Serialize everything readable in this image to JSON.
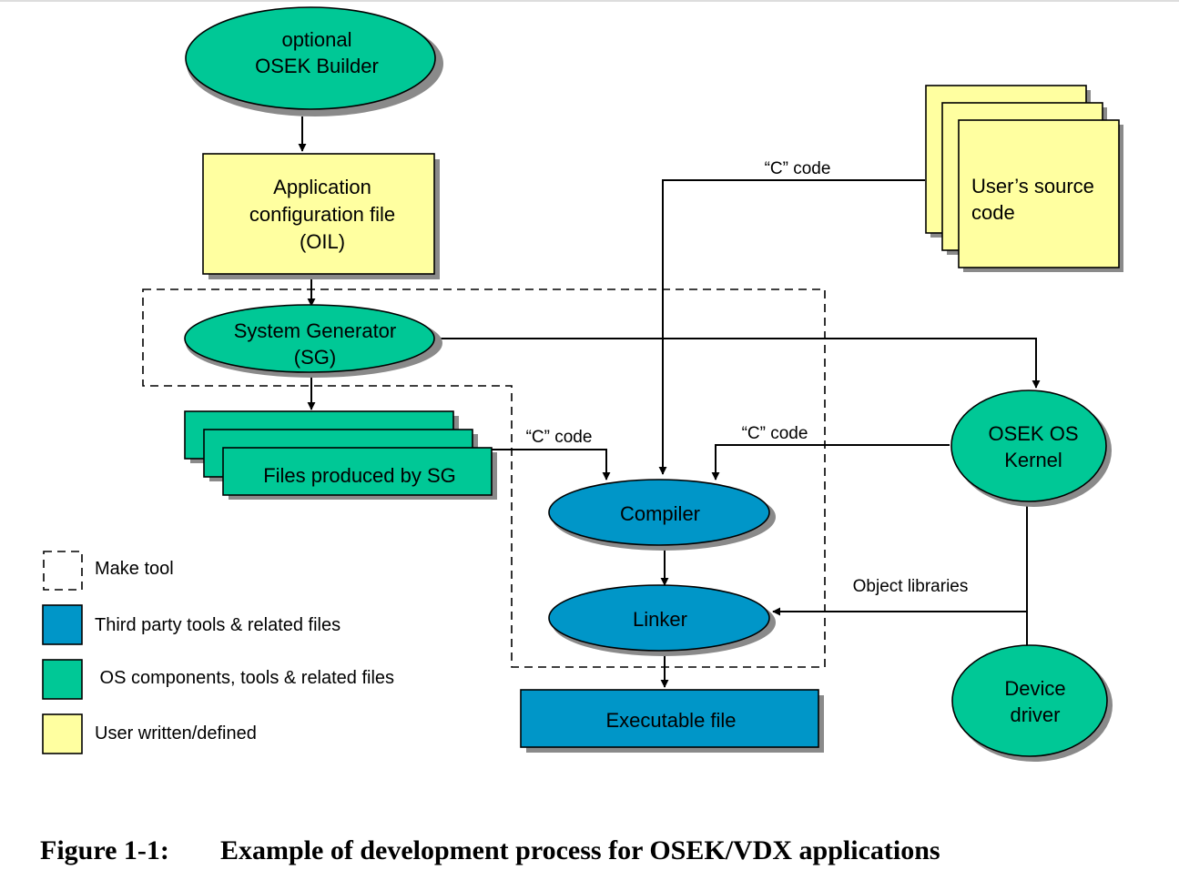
{
  "colors": {
    "os_green": "#00C896",
    "third_party_blue": "#0096C8",
    "user_yellow": "#FFFFA0"
  },
  "nodes": {
    "osek_builder": {
      "line1": "optional",
      "line2": "OSEK Builder"
    },
    "oil_file": {
      "line1": "Application",
      "line2": "configuration file",
      "line3": "(OIL)"
    },
    "system_generator": {
      "line1": "System Generator",
      "line2": "(SG)"
    },
    "files_by_sg": {
      "label": "Files produced by SG"
    },
    "users_source": {
      "line1": "User’s source",
      "line2": "code"
    },
    "osek_kernel": {
      "line1": "OSEK OS",
      "line2": "Kernel"
    },
    "compiler": {
      "label": "Compiler"
    },
    "linker": {
      "label": "Linker"
    },
    "executable": {
      "label": "Executable file"
    },
    "device_driver": {
      "line1": "Device",
      "line2": "driver"
    }
  },
  "edge_labels": {
    "c_code_user": "“C” code",
    "c_code_sg": "“C” code",
    "c_code_kernel": "“C” code",
    "object_libraries": "Object libraries"
  },
  "legend": [
    {
      "label": "Make tool"
    },
    {
      "label": "Third party tools & related files"
    },
    {
      "label": " OS components, tools & related files"
    },
    {
      "label": "User written/defined"
    }
  ],
  "caption": {
    "number": "Figure 1-1:",
    "title": "Example of development process for OSEK/VDX applications"
  }
}
